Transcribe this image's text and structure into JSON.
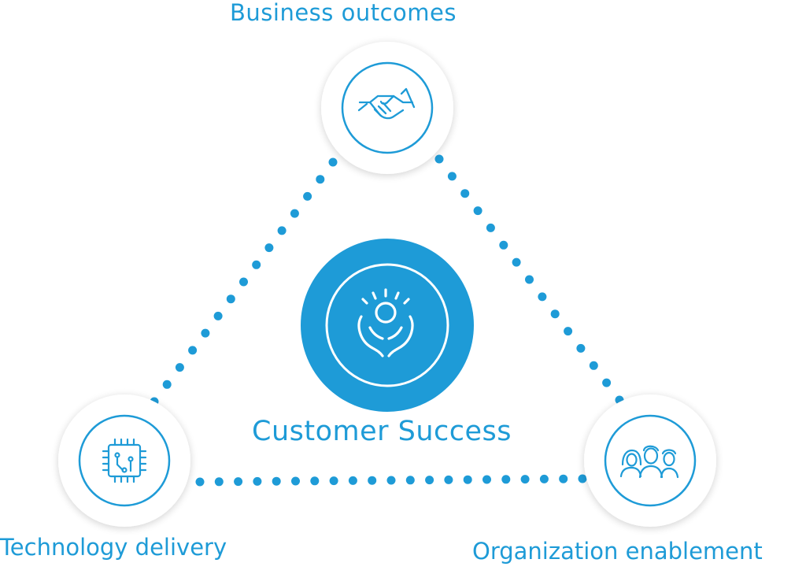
{
  "diagram": {
    "center": {
      "label": "Customer Success",
      "icon": "raised-hands-icon"
    },
    "nodes": [
      {
        "id": "top",
        "label": "Business outcomes",
        "icon": "handshake-icon"
      },
      {
        "id": "left",
        "label": "Technology delivery",
        "icon": "chip-icon"
      },
      {
        "id": "right",
        "label": "Organization enablement",
        "icon": "people-group-icon"
      }
    ],
    "colors": {
      "accent": "#1e9bd7",
      "background": "#ffffff",
      "circle_fill": "#ffffff"
    }
  }
}
